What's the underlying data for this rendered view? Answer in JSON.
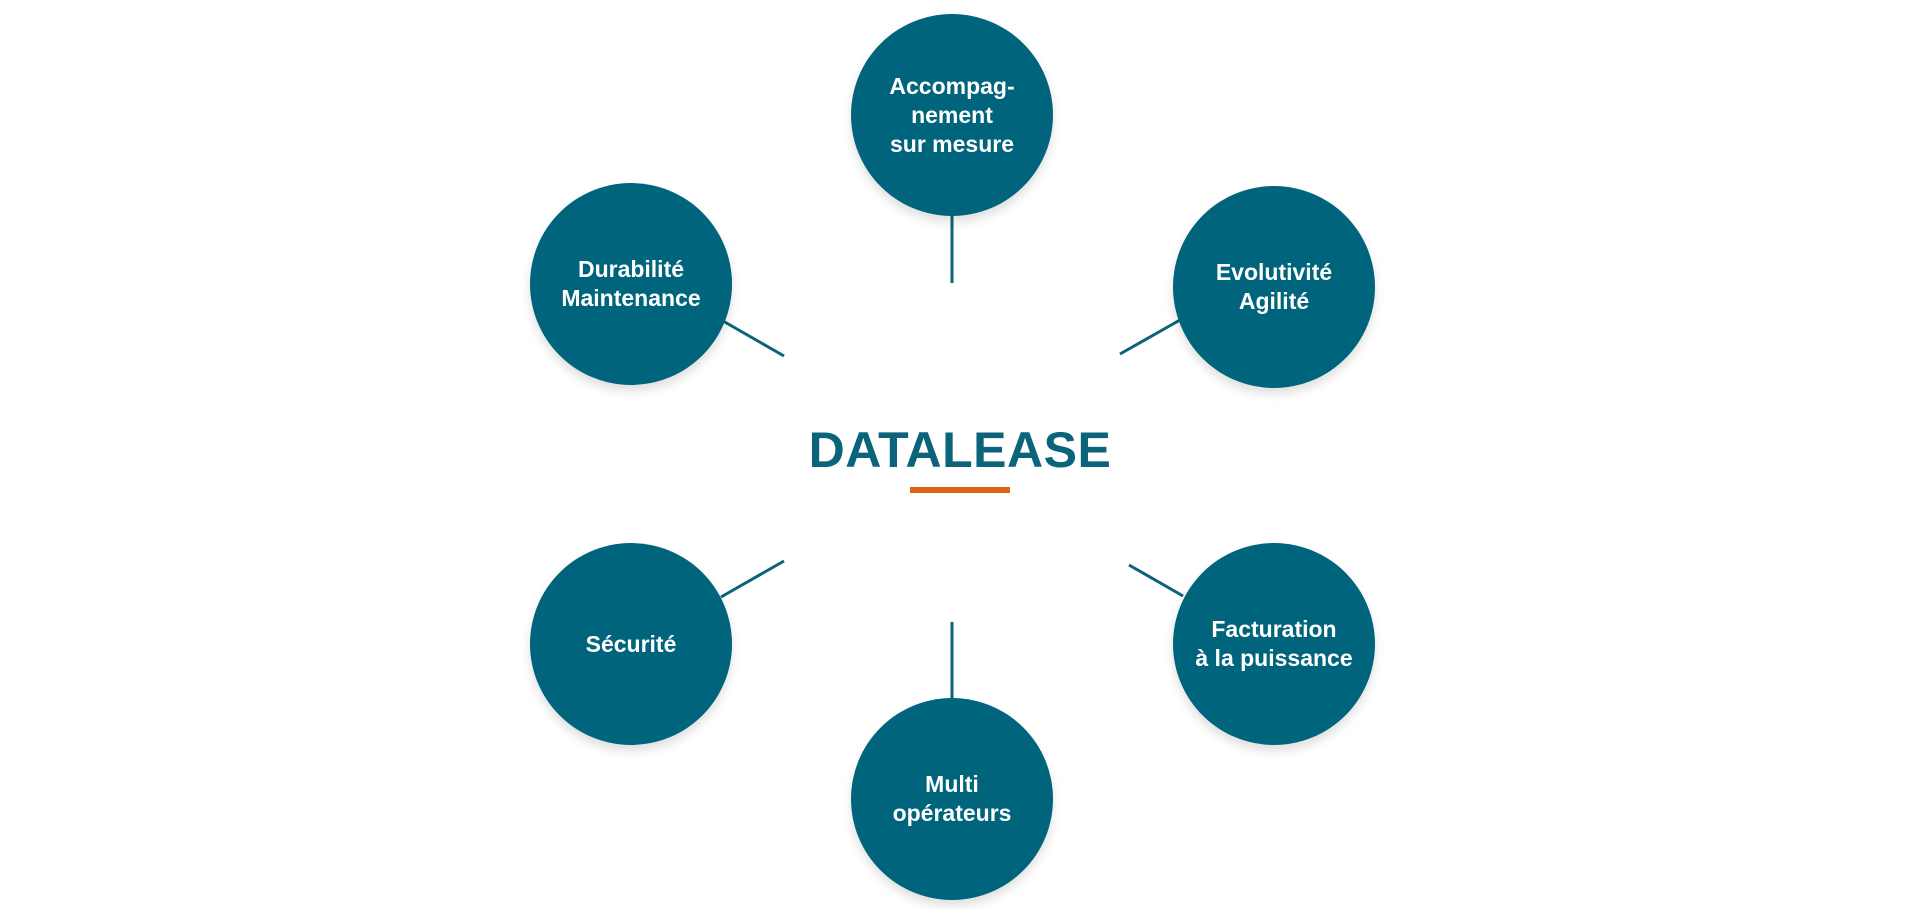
{
  "diagram": {
    "center": {
      "title": "DATALEASE"
    },
    "nodes": [
      {
        "id": "accompagnement",
        "label": "Accompag-\nnement\nsur mesure"
      },
      {
        "id": "evolutivite",
        "label": "Evolutivité\nAgilité"
      },
      {
        "id": "facturation",
        "label": "Facturation\nà la puissance"
      },
      {
        "id": "multi",
        "label": "Multi\nopérateurs"
      },
      {
        "id": "securite",
        "label": "Sécurité"
      },
      {
        "id": "durabilite",
        "label": "Durabilité\nMaintenance"
      }
    ],
    "colors": {
      "node_fill": "#00647c",
      "title": "#0b6479",
      "accent_underline": "#e0631c",
      "connector": "#0b6479"
    }
  }
}
